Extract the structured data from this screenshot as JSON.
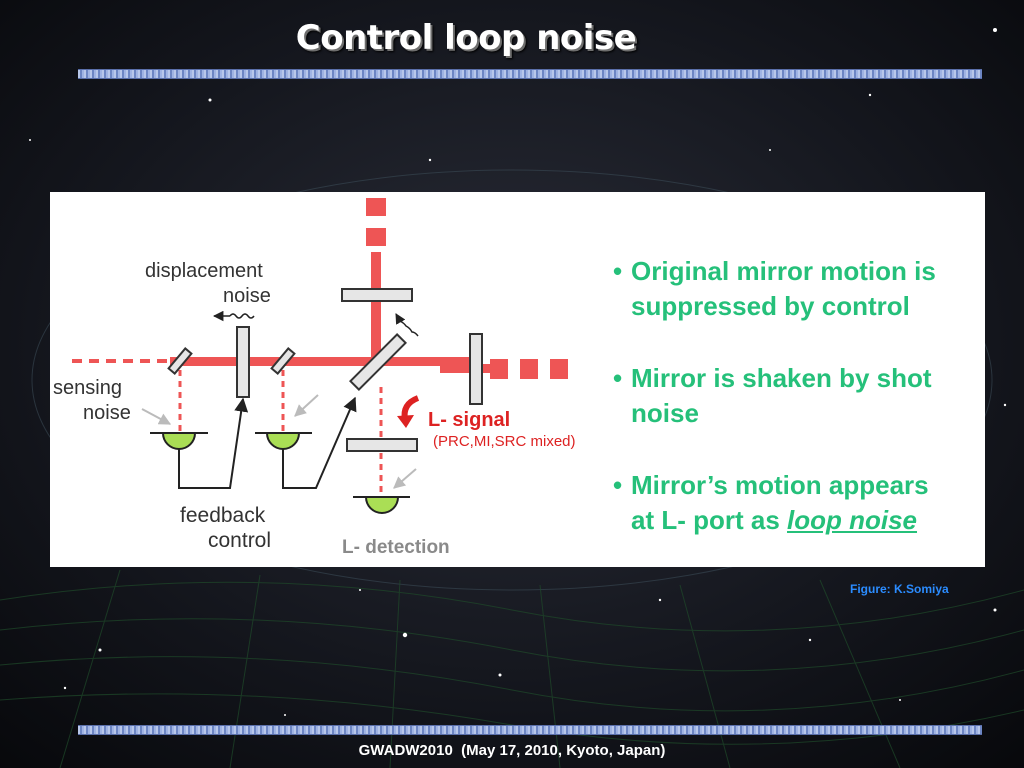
{
  "slide": {
    "title": "Control loop noise",
    "credit": "Figure: K.Somiya",
    "footer": "GWADW2010  (May 17, 2010, Kyoto, Japan)"
  },
  "diagram": {
    "labels": {
      "displacement_line1": "displacement",
      "displacement_line2": "noise",
      "sensing_line1": "sensing",
      "sensing_line2": "noise",
      "feedback_line1": "feedback",
      "feedback_line2": "control",
      "l_signal": "L- signal",
      "l_signal_note": "(PRC,MI,SRC mixed)",
      "l_detection": "L- detection"
    },
    "bullets": [
      {
        "dot": "•",
        "line1": "Original mirror motion is",
        "line2": "suppressed by control"
      },
      {
        "dot": "•",
        "line1": "Mirror is shaken by shot",
        "line2": "noise"
      },
      {
        "dot": "•",
        "line1": "Mirror’s motion appears",
        "line2_prefix": "at L- port as ",
        "line2_emph": "loop noise"
      }
    ],
    "colors": {
      "beam": "#ee5555",
      "bullet_text": "#25c07a",
      "l_signal": "#dd2222",
      "detector": "#aade55",
      "credit": "#2b8cff"
    }
  }
}
